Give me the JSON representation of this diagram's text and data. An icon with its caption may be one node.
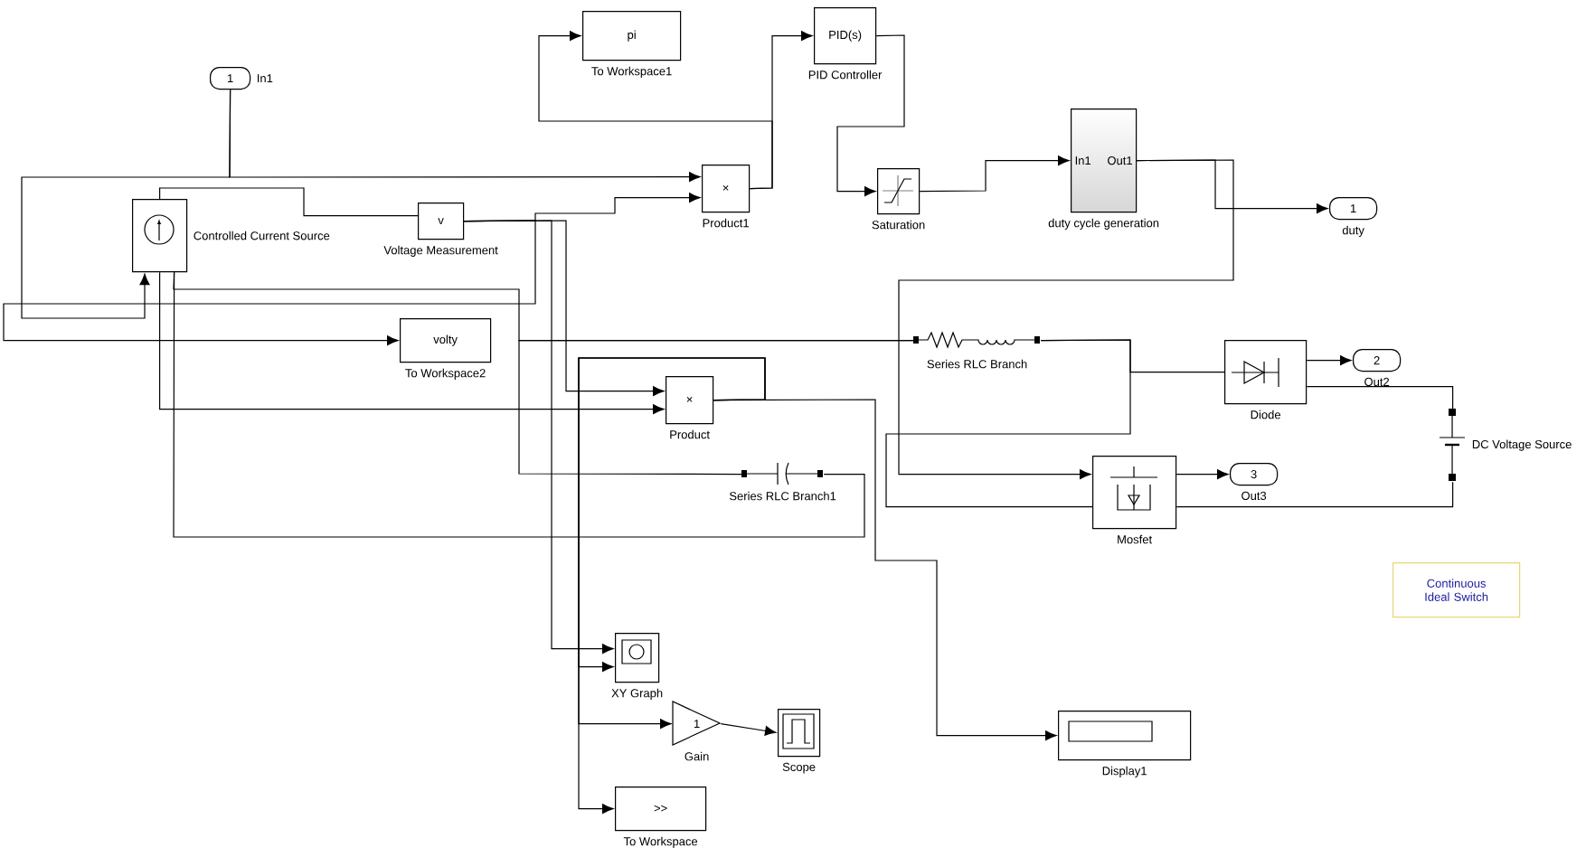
{
  "diagram": {
    "nodes": [
      {
        "text": [
          "1"
        ],
        "beside": [
          "In1"
        ]
      },
      {
        "text": [
          "pi"
        ],
        "beside": [
          "To Workspace1"
        ]
      },
      {
        "text": [
          "PID(s)"
        ],
        "beside": [
          "PID Controller"
        ]
      },
      {
        "text": [],
        "shape": "box",
        "beside": [
          "Controlled Current Source"
        ]
      },
      {
        "text": [
          "v"
        ],
        "beside": [
          "Voltage Measurement"
        ]
      },
      {
        "text": [
          "×"
        ],
        "beside": [
          "Product1"
        ]
      },
      {
        "text": [],
        "shape": "box",
        "beside": [
          "Saturation"
        ]
      },
      {
        "text": [
          "In1",
          "Out1"
        ],
        "beside": [
          "duty cycle generation"
        ]
      },
      {
        "text": [
          "1"
        ],
        "beside": [
          "duty"
        ]
      },
      {
        "text": [
          "volty"
        ],
        "beside": [
          "To Workspace2"
        ]
      },
      {
        "text": [],
        "shape": "resistor",
        "beside": [
          "Series RLC Branch"
        ]
      },
      {
        "text": [],
        "shape": "box",
        "beside": [
          "Diode"
        ]
      },
      {
        "text": [
          "2"
        ],
        "beside": [
          "Out2"
        ]
      },
      {
        "text": [],
        "shape": "battery",
        "beside": [
          "DC Voltage Source"
        ]
      },
      {
        "text": [
          "×"
        ],
        "beside": [
          "Product"
        ]
      },
      {
        "text": [],
        "shape": "box",
        "beside": [
          "Mosfet"
        ]
      },
      {
        "text": [
          "3"
        ],
        "beside": [
          "Out3"
        ]
      },
      {
        "text": [],
        "shape": "capacitor",
        "beside": [
          "Series RLC Branch1"
        ]
      },
      {
        "text": [
          "Continuous Ideal Switch"
        ]
      },
      {
        "text": [],
        "shape": "box",
        "beside": [
          "XY Graph"
        ]
      },
      {
        "text": [
          "1"
        ],
        "beside": [
          "Gain"
        ]
      },
      {
        "text": [],
        "shape": "box",
        "beside": [
          "Scope"
        ]
      },
      {
        "text": [],
        "shape": "box",
        "beside": [
          "Display1"
        ]
      },
      {
        "text": [
          ">>"
        ],
        "beside": [
          "To Workspace"
        ]
      }
    ],
    "edges": [
      {
        "from": 0,
        "to": 3,
        "arrow": "to"
      },
      {
        "from": 3,
        "to": 4,
        "arrow": "none"
      },
      {
        "from": 4,
        "to": 5,
        "arrow": "to"
      },
      {
        "from": 4,
        "to": 9,
        "arrow": "to"
      },
      {
        "from": 4,
        "to": 14,
        "arrow": "to"
      },
      {
        "from": 3,
        "to": 14,
        "arrow": "to"
      },
      {
        "from": 5,
        "to": 2,
        "arrow": "to"
      },
      {
        "from": 5,
        "to": 1,
        "arrow": "to"
      },
      {
        "from": 2,
        "to": 6,
        "arrow": "to"
      },
      {
        "from": 6,
        "to": 7,
        "arrow": "to"
      },
      {
        "from": 7,
        "to": 8,
        "arrow": "to"
      },
      {
        "from": 7,
        "to": 15,
        "arrow": "to"
      },
      {
        "from": 15,
        "to": 16,
        "arrow": "to"
      },
      {
        "from": 11,
        "to": 12,
        "arrow": "to"
      },
      {
        "from": 10,
        "to": 11,
        "arrow": "none"
      },
      {
        "from": 11,
        "to": 13,
        "arrow": "none"
      },
      {
        "from": 13,
        "to": 15,
        "arrow": "none"
      },
      {
        "from": 3,
        "to": 10,
        "arrow": "none"
      },
      {
        "from": 10,
        "to": 15,
        "arrow": "none"
      },
      {
        "from": 14,
        "to": 22,
        "arrow": "to"
      },
      {
        "from": 14,
        "to": 19,
        "arrow": "to"
      },
      {
        "from": 14,
        "to": 20,
        "arrow": "to"
      },
      {
        "from": 14,
        "to": 23,
        "arrow": "to"
      },
      {
        "from": 4,
        "to": 19,
        "arrow": "to"
      },
      {
        "from": 20,
        "to": 21,
        "arrow": "to"
      },
      {
        "from": 3,
        "to": 17,
        "arrow": "none"
      },
      {
        "from": 17,
        "to": 10,
        "arrow": "none"
      },
      {
        "from": 0,
        "to": 5,
        "arrow": "to"
      }
    ]
  }
}
